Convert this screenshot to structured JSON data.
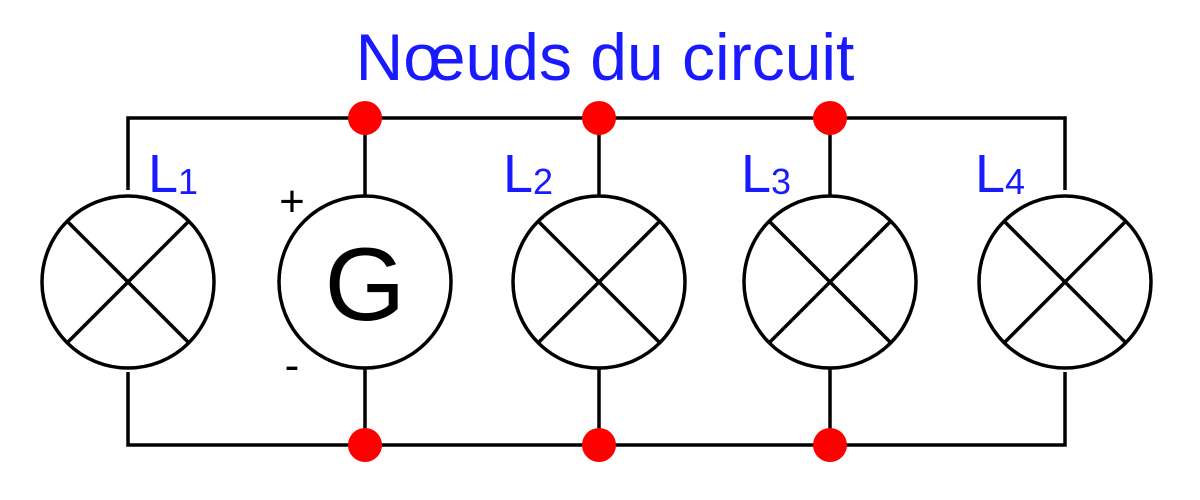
{
  "title": "Nœuds du circuit",
  "generator": {
    "letter": "G",
    "plus": "+",
    "minus": "-"
  },
  "lamps": [
    {
      "letter": "L",
      "sub": "1"
    },
    {
      "letter": "L",
      "sub": "2"
    },
    {
      "letter": "L",
      "sub": "3"
    },
    {
      "letter": "L",
      "sub": "4"
    }
  ],
  "colors": {
    "label": "#1a1aff",
    "node": "#ff0000",
    "wire": "#000000"
  }
}
